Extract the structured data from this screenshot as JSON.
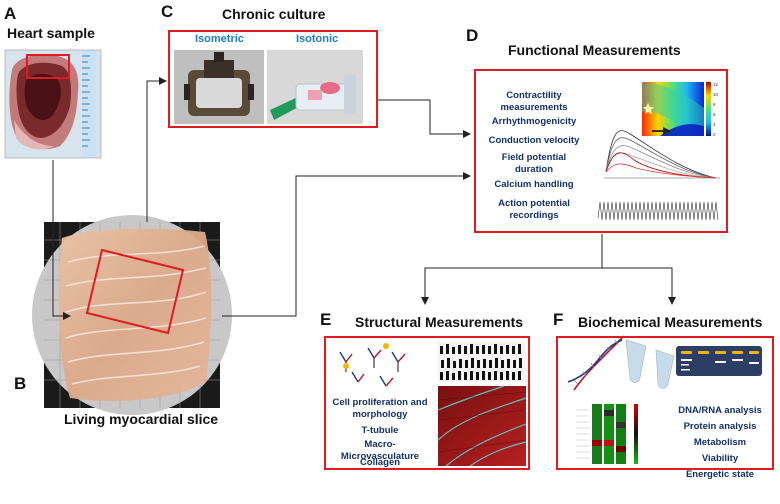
{
  "panels": {
    "A": {
      "letter": "A",
      "title": "Heart sample"
    },
    "B": {
      "letter": "B",
      "title": "Living myocardial slice"
    },
    "C": {
      "letter": "C",
      "title": "Chronic culture",
      "left_label": "Isometric",
      "right_label": "Isotonic"
    },
    "D": {
      "letter": "D",
      "title": "Functional Measurements",
      "items": [
        "Contractility measurements",
        "Arrhythmogenicity",
        "Conduction velocity",
        "Field potential duration",
        "Calcium handling",
        "Action potential recordings"
      ]
    },
    "E": {
      "letter": "E",
      "title": "Structural Measurements",
      "items": [
        "Cell proliferation and morphology",
        "T-tubule",
        "Macro-Microvasculature",
        "Collagen"
      ]
    },
    "F": {
      "letter": "F",
      "title": "Biochemical Measurements",
      "items": [
        "DNA/RNA analysis",
        "Protein analysis",
        "Metabolism",
        "Viability",
        "Energetic state"
      ]
    }
  },
  "colors": {
    "accent_red": "#e01b22",
    "item_blue": "#13306b",
    "tab_blue": "#1a7fd1",
    "arrow": "#222222"
  }
}
